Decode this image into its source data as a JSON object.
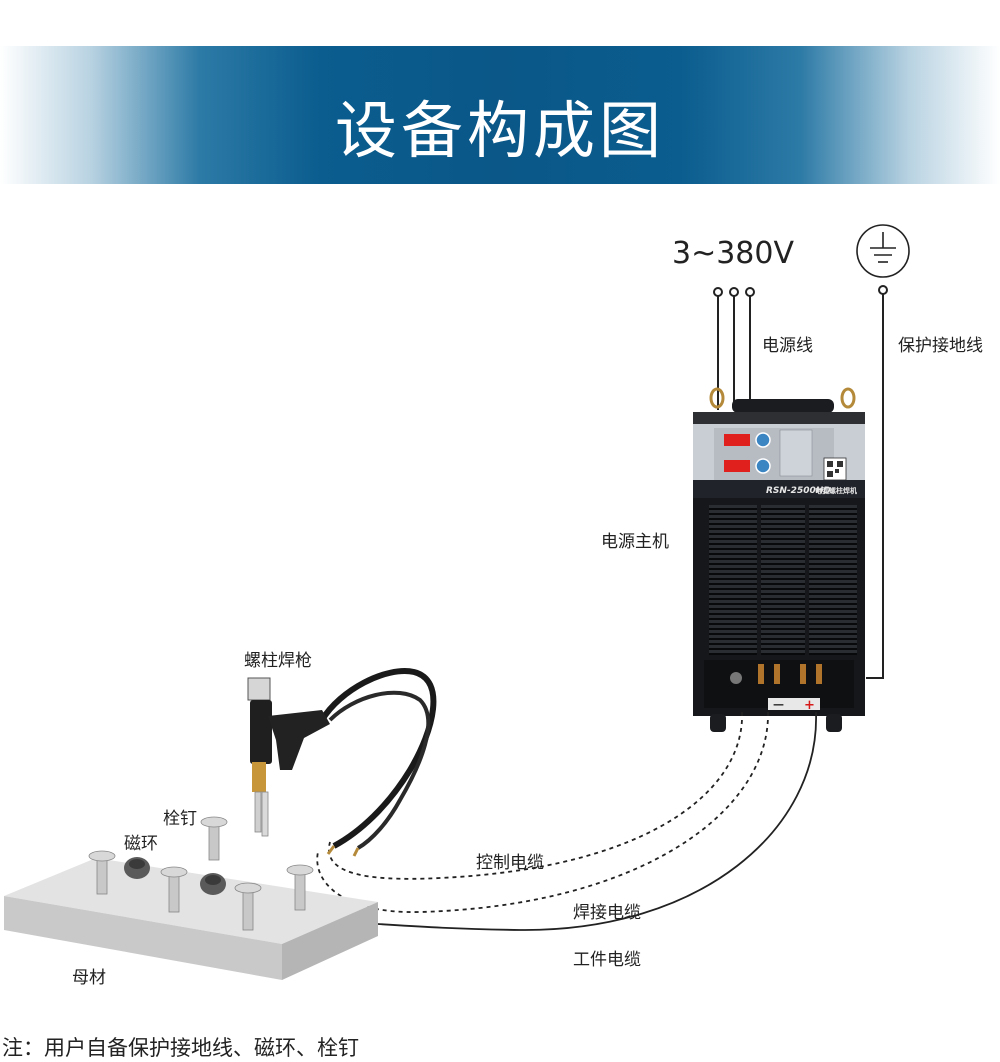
{
  "banner": {
    "title": "设备构成图"
  },
  "power": {
    "voltage": "3~380V"
  },
  "labels": {
    "power_cord": "电源线",
    "ground_wire": "保护接地线",
    "power_unit": "电源主机",
    "stud_gun": "螺柱焊枪",
    "stud": "栓钉",
    "ceramic_ring": "磁环",
    "base_material": "母材",
    "control_cable": "控制电缆",
    "welding_cable": "焊接电缆",
    "work_cable": "工件电缆"
  },
  "machine": {
    "model": "RSN-2500HD",
    "model_cn": "电弧螺柱焊机",
    "minus": "—",
    "plus": "+"
  },
  "note": "注：用户自备保护接地线、磁环、栓钉",
  "icons": {
    "ground": "ground-icon"
  },
  "colors": {
    "banner": "#0a5788",
    "machine_body": "#15171a",
    "panel": "#c9ced4",
    "display_red": "#e0201c",
    "plus_red": "#d61a1a"
  }
}
